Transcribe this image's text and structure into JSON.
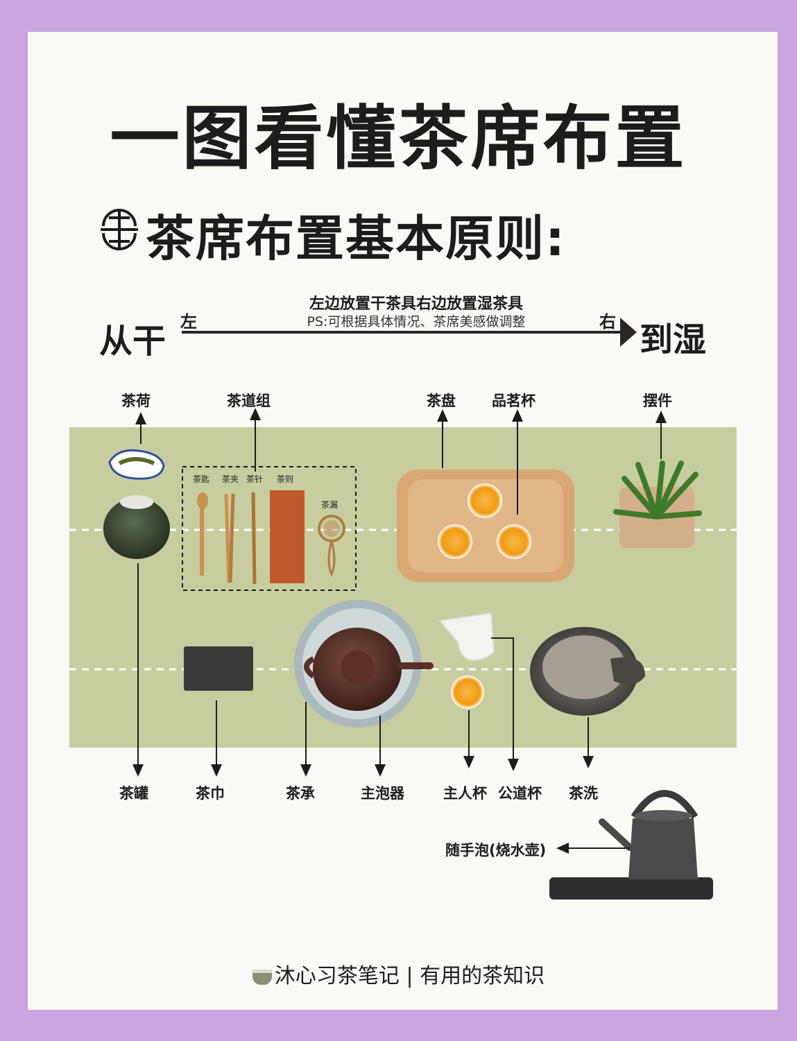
{
  "title": "一图看懂茶席布置",
  "subtitle": "茶席布置基本原则:",
  "principle": {
    "from": "从干",
    "to": "到湿",
    "left_mark": "左",
    "right_mark": "右",
    "note": "左边放置干茶具右边放置湿茶具",
    "ps": "PS:可根据具体情况、茶席美感做调整"
  },
  "top_labels": {
    "chahe": "茶荷",
    "chadaozu": "茶道组",
    "chapan": "茶盘",
    "pinmingbei": "品茗杯",
    "baijian": "摆件"
  },
  "tool_set": {
    "chachi": "茶匙",
    "chajia": "茶夹",
    "chazhen": "茶针",
    "chaze": "茶则",
    "chalou": "茶漏"
  },
  "bottom_labels": {
    "chaguan": "茶罐",
    "chajin": "茶巾",
    "chacheng": "茶承",
    "zhupaoqi": "主泡器",
    "zhurenbei": "主人杯",
    "gongdaobei": "公道杯",
    "chaxi": "茶洗"
  },
  "kettle_label": "随手泡(烧水壶)",
  "footer": "沐心习茶笔记 | 有用的茶知识",
  "colors": {
    "frame": "#c9a6df",
    "card": "#fbf9f5",
    "mat": "#c7cd9f",
    "wood": "#d9a773",
    "tea": "#f0a020"
  }
}
